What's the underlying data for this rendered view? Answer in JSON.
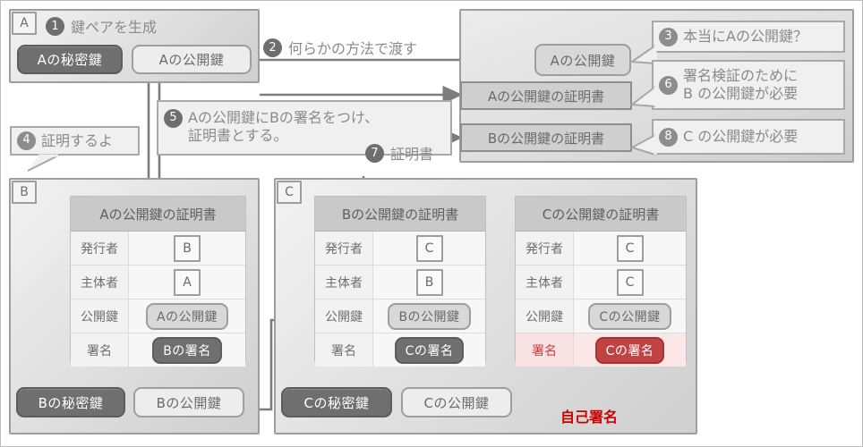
{
  "diagram": {
    "title": "Certificate chain / PKI trust diagram",
    "colors": {
      "private_key": "#6f6f6f",
      "public_key": "#d8d8d8",
      "panel_border": "#9e9e9e",
      "self_sign_red": "#cc0000",
      "red_signature": "#bf4343"
    }
  },
  "entity_a": {
    "tag": "A",
    "step1": {
      "number": "1",
      "text": "鍵ペアを生成"
    },
    "private_key": "Aの秘密鍵",
    "public_key": "Aの公開鍵"
  },
  "step2": {
    "number": "2",
    "text": "何らかの方法で渡す"
  },
  "step4": {
    "number": "4",
    "text": "証明するよ"
  },
  "step5": {
    "number": "5",
    "text": "Aの公開鍵にBの署名をつけ、\n証明書とする。"
  },
  "step7": {
    "number": "7",
    "text": "証明書"
  },
  "verifier": {
    "items": [
      {
        "label": "Aの公開鍵",
        "style": "key"
      },
      {
        "label": "Aの公開鍵の証明書",
        "style": "cert"
      },
      {
        "label": "Bの公開鍵の証明書",
        "style": "cert"
      }
    ],
    "callouts": [
      {
        "number": "3",
        "text": "本当にAの公開鍵？"
      },
      {
        "number": "6",
        "text": "署名検証のために\nB の公開鍵が必要"
      },
      {
        "number": "8",
        "text": "C の公開鍵が必要"
      }
    ]
  },
  "entity_b": {
    "tag": "B",
    "certificate": {
      "title": "Aの公開鍵の証明書",
      "rows": [
        {
          "label": "発行者",
          "value": "B",
          "type": "letter"
        },
        {
          "label": "主体者",
          "value": "A",
          "type": "letter"
        },
        {
          "label": "公開鍵",
          "value": "Aの公開鍵",
          "type": "pubkey"
        },
        {
          "label": "署名",
          "value": "Bの署名",
          "type": "signature"
        }
      ]
    },
    "private_key": "Bの秘密鍵",
    "public_key": "Bの公開鍵"
  },
  "entity_c": {
    "tag": "C",
    "certificate_b": {
      "title": "Bの公開鍵の証明書",
      "rows": [
        {
          "label": "発行者",
          "value": "C",
          "type": "letter"
        },
        {
          "label": "主体者",
          "value": "B",
          "type": "letter"
        },
        {
          "label": "公開鍵",
          "value": "Bの公開鍵",
          "type": "pubkey"
        },
        {
          "label": "署名",
          "value": "Cの署名",
          "type": "signature"
        }
      ]
    },
    "certificate_c": {
      "title": "Cの公開鍵の証明書",
      "rows": [
        {
          "label": "発行者",
          "value": "C",
          "type": "letter"
        },
        {
          "label": "主体者",
          "value": "C",
          "type": "letter"
        },
        {
          "label": "公開鍵",
          "value": "Cの公開鍵",
          "type": "pubkey"
        },
        {
          "label": "署名",
          "value": "Cの署名",
          "type": "signature-red"
        }
      ]
    },
    "private_key": "Cの秘密鍵",
    "public_key": "Cの公開鍵",
    "self_sign_label": "自己署名"
  }
}
